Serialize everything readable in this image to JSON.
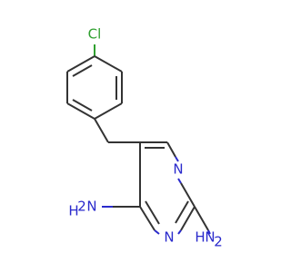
{
  "molecule": {
    "labels": {
      "chlorine": "Cl",
      "ring_nitrogen_top": "N",
      "ring_nitrogen_bottom": "N",
      "amine_left_h": "H",
      "amine_left_n": "N",
      "amine_left_sub": "2",
      "amine_right_h": "H",
      "amine_right_n": "N",
      "amine_right_sub": "2"
    },
    "colors": {
      "carbon_bond": "#333333",
      "nitrogen": "#2a2acc",
      "chlorine": "#2f9f2f"
    }
  }
}
